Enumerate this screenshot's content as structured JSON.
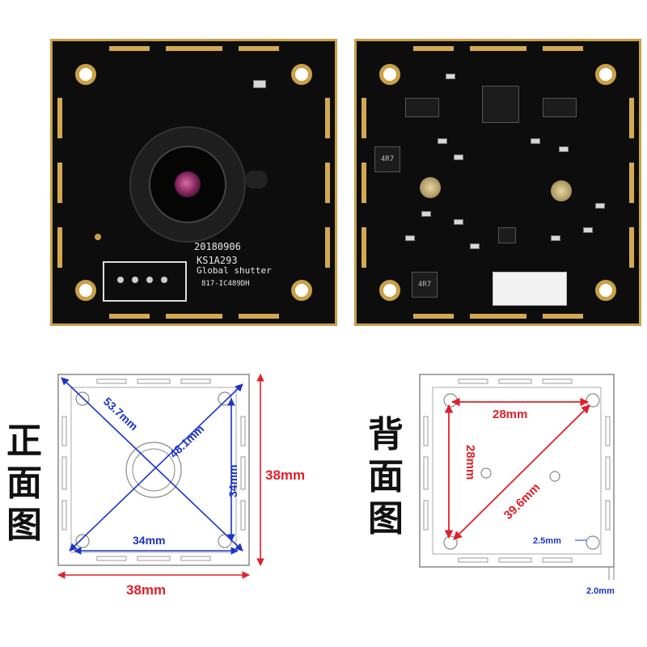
{
  "front_board": {
    "silkscreen_date": "20180906",
    "silkscreen_model": "KS1A293",
    "silkscreen_shutter": "Global shutter",
    "silkscreen_part": "817-IC489DH"
  },
  "back_board": {
    "inductor_marking_1": "4R7",
    "inductor_marking_2": "4R7"
  },
  "front_diagram": {
    "side_label": "正面图",
    "diag_left": "53.7mm",
    "diag_right": "48.1mm",
    "height_inner": "34mm",
    "width_inner": "34mm",
    "height_outer": "38mm",
    "width_outer": "38mm"
  },
  "back_diagram": {
    "side_label": "背面图",
    "top_dim": "28mm",
    "left_dim": "28mm",
    "hypotenuse": "39.6mm",
    "hole_dim": "2.5mm",
    "edge_dim": "2.0mm"
  },
  "colors": {
    "red": "#e0202a",
    "blue": "#1a33c8",
    "gold": "#c9a046",
    "pcb": "#0d0d0d"
  }
}
